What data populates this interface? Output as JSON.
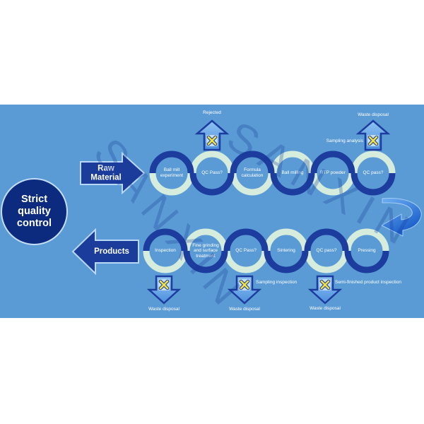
{
  "watermark": {
    "text": "SANXIN"
  },
  "hub": {
    "text": "Strict\nquality\ncontrol"
  },
  "raw_material_arrow": {
    "text": "Raw\nMaterial"
  },
  "products_arrow": {
    "text": "Products"
  },
  "top_row": [
    {
      "text": "Ball mill\nexperiment"
    },
    {
      "text": "QC Pass?"
    },
    {
      "text": "Formula\ncalculation"
    },
    {
      "text": "Ball milling"
    },
    {
      "text": "RTP powder"
    },
    {
      "text": "QC pass?"
    }
  ],
  "bottom_row": [
    {
      "text": "Inspection"
    },
    {
      "text": "Fine grinding\nand surface\ntreatment"
    },
    {
      "text": "QC Pass?"
    },
    {
      "text": "Sintering"
    },
    {
      "text": "QC pass?"
    },
    {
      "text": "Pressing"
    }
  ],
  "outlets": {
    "top": [
      {
        "label": "Rejected"
      },
      {
        "label": "Waste disposal"
      }
    ],
    "bottom": [
      {
        "label": "Waste disposal"
      },
      {
        "label": "Waste disposal"
      },
      {
        "label": "Waste disposal"
      }
    ]
  },
  "annotations": {
    "sampling_analysis": "Sampling analysis",
    "sampling_inspection": "Sampling inspection",
    "semi_finished_inspection": "Semi-finished product inspection"
  },
  "icons": {
    "reject_mark": "cross-mark-icon",
    "outlet_up": "up-arrow-icon",
    "outlet_down": "down-arrow-icon",
    "loop": "curved-arrow-icon"
  },
  "colors": {
    "background": "#5b9bd5",
    "ring_dark": "#1c3c9e",
    "ring_light": "#d6eddd",
    "hub_fill": "#0c2b7f",
    "arrow_fill": "#1b3c9a",
    "reject_mark": "#f4e23c",
    "text": "#ffffff"
  }
}
